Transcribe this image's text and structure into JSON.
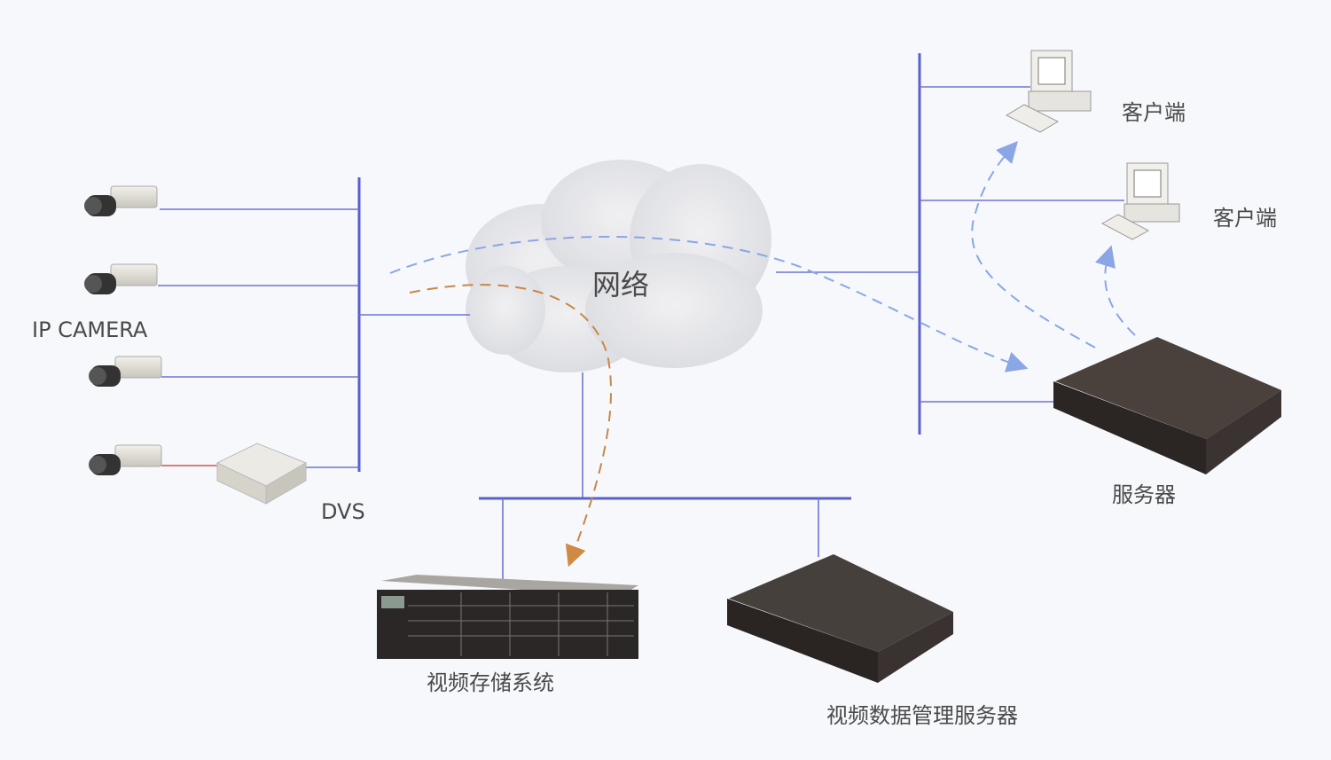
{
  "labels": {
    "ip_camera": "IP CAMERA",
    "dvs": "DVS",
    "network": "网络",
    "client_1": "客户端",
    "client_2": "客户端",
    "server": "服务器",
    "storage": "视频存储系统",
    "management_server": "视频数据管理服务器"
  },
  "colors": {
    "bus": "#5a5fd0",
    "flow_blue": "#8aa6e6",
    "flow_orange": "#c7874a"
  }
}
